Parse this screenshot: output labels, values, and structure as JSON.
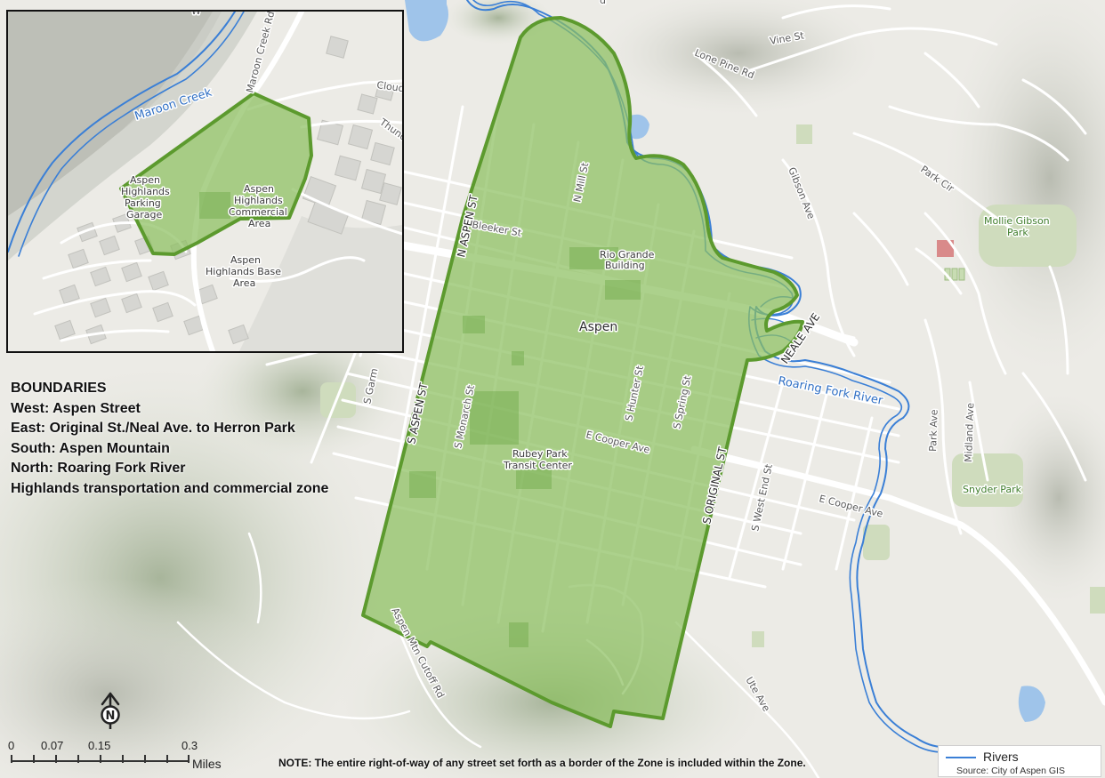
{
  "map": {
    "place_label": "Aspen",
    "streets": {
      "n_aspen": "N ASPEN ST",
      "s_aspen": "S ASPEN ST",
      "s_original": "S ORIGINAL ST",
      "neale": "NEALE AVE",
      "vine": "Vine St",
      "lone_pine": "Lone Pine Rd",
      "gibson": "Gibson Ave",
      "park_cir": "Park Cir",
      "bleeker": "Bleeker St",
      "n_mill": "N Mill St",
      "s_monarch": "S Monarch St",
      "s_hunter": "S Hunter St",
      "s_spring": "S Spring St",
      "e_cooper_1": "E Cooper Ave",
      "e_cooper_2": "E Cooper Ave",
      "s_garmisch": "S Garm",
      "s_west_end": "S West End St",
      "park_ave": "Park Ave",
      "midland": "Midland Ave",
      "ute": "Ute Ave",
      "cutoff": "Aspen Mtn Cutoff Rd",
      "top_partial": "d"
    },
    "places": {
      "rio_grande_1": "Rio Grande",
      "rio_grande_2": "Building",
      "rubey_1": "Rubey Park",
      "rubey_2": "Transit Center"
    },
    "parks": {
      "mollie_1": "Mollie Gibson",
      "mollie_2": "Park",
      "snyder": "Snyder Park"
    },
    "river": "Roaring Fork River"
  },
  "inset": {
    "creek": "Maroon Creek",
    "road": "Maroon Creek Rd",
    "cloud": "Cloud",
    "thund": "Thund",
    "top_partial": "W",
    "parking": [
      "Aspen",
      "Highlands",
      "Parking",
      "Garage"
    ],
    "commercial": [
      "Aspen",
      "Highlands",
      "Commercial",
      "Area"
    ],
    "base": [
      "Aspen",
      "Highlands Base",
      "Area"
    ]
  },
  "boundaries": {
    "heading": "BOUNDARIES",
    "west": "West: Aspen Street",
    "east": "East: Original St./Neal Ave. to Herron Park",
    "south": "South: Aspen Mountain",
    "north": "North: Roaring Fork River",
    "highlands": "Highlands transportation and commercial zone"
  },
  "north_arrow": "N",
  "scale": {
    "ticks": [
      "0",
      "0.07",
      "0.15",
      "0.3"
    ],
    "unit": "Miles"
  },
  "note": "NOTE: The entire right-of-way of any street set forth as a border of the Zone is included within the Zone.",
  "legend": {
    "item": "Rivers",
    "source": "Source: City of Aspen GIS"
  },
  "colors": {
    "zone_fill": "#8cbf5f",
    "zone_stroke": "#5c9a2e",
    "river": "#3a7fd6",
    "road": "#ffffff",
    "terrain": "#d6d9cf"
  }
}
